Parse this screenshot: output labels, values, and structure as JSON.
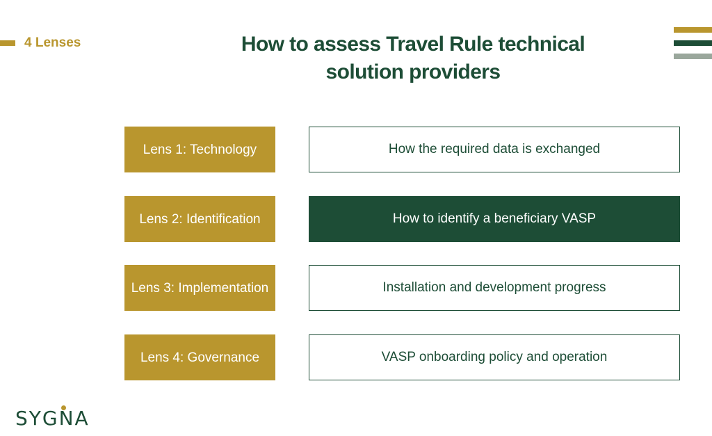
{
  "header": {
    "section_label": "4 Lenses",
    "title": "How to assess Travel Rule technical solution providers"
  },
  "colors": {
    "gold": "#b9962e",
    "dark_green": "#1d4d36",
    "grey_green": "#9aa79c"
  },
  "lenses": [
    {
      "label": "Lens 1: Technology",
      "description": "How the required data is exchanged",
      "highlighted": false
    },
    {
      "label": "Lens 2: Identification",
      "description": "How to identify a beneficiary VASP",
      "highlighted": true
    },
    {
      "label": "Lens 3: Implementation",
      "description": "Installation and development progress",
      "highlighted": false
    },
    {
      "label": "Lens 4: Governance",
      "description": "VASP onboarding policy and operation",
      "highlighted": false
    }
  ],
  "footer": {
    "logo_text": "SYGNA"
  }
}
